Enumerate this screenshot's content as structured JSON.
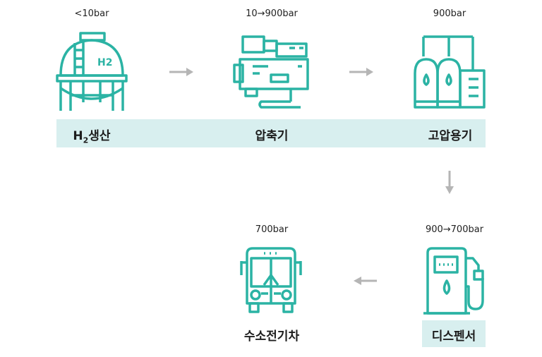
{
  "colors": {
    "teal": "#2bb3a4",
    "band": "#d8efef",
    "arrow": "#b5b5b5"
  },
  "steps": {
    "production": {
      "pressure": "<10bar",
      "label_main": "H",
      "label_sub": "2",
      "label_rest": "생산",
      "icon": "h2-tank-icon"
    },
    "compression": {
      "pressure": "10→900bar",
      "label": "압축기",
      "icon": "compressor-icon"
    },
    "storage": {
      "pressure": "900bar",
      "label": "고압용기",
      "icon": "high-pressure-cylinders-icon"
    },
    "dispenser": {
      "pressure": "900→700bar",
      "label": "디스펜서",
      "icon": "fuel-dispenser-icon"
    },
    "vehicle": {
      "pressure": "700bar",
      "label": "수소전기차",
      "icon": "hydrogen-bus-icon"
    }
  },
  "tank_text": "H2"
}
